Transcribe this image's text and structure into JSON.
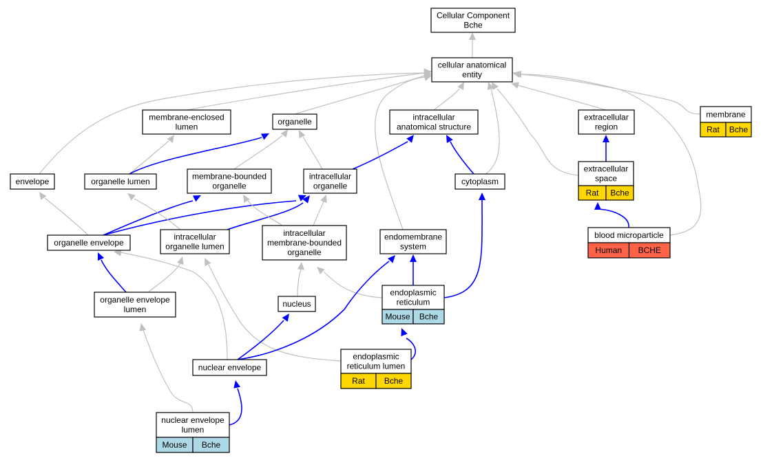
{
  "colors": {
    "rat": "#ffd700",
    "mouse": "#add8e6",
    "human": "#ff6347",
    "edge_is_a": "#c0c0c0",
    "edge_part_of": "#0000ff"
  },
  "nodes": {
    "root": {
      "lines": [
        "Cellular Component",
        "Bche"
      ]
    },
    "cae": {
      "lines": [
        "cellular anatomical",
        "entity"
      ]
    },
    "mel": {
      "lines": [
        "membrane-enclosed",
        "lumen"
      ]
    },
    "organelle": {
      "lines": [
        "organelle"
      ]
    },
    "ias": {
      "lines": [
        "intracellular",
        "anatomical structure"
      ]
    },
    "ecr": {
      "lines": [
        "extracellular",
        "region"
      ]
    },
    "membrane": {
      "lines": [
        "membrane"
      ],
      "cells": [
        {
          "label": "Rat",
          "color_key": "rat"
        },
        {
          "label": "Bche",
          "color_key": "rat"
        }
      ]
    },
    "envelope": {
      "lines": [
        "envelope"
      ]
    },
    "orglumen": {
      "lines": [
        "organelle lumen"
      ]
    },
    "mbo": {
      "lines": [
        "membrane-bounded",
        "organelle"
      ]
    },
    "io": {
      "lines": [
        "intracellular",
        "organelle"
      ]
    },
    "cytoplasm": {
      "lines": [
        "cytoplasm"
      ]
    },
    "ecs": {
      "lines": [
        "extracellular",
        "space"
      ],
      "cells": [
        {
          "label": "Rat",
          "color_key": "rat"
        },
        {
          "label": "Bche",
          "color_key": "rat"
        }
      ]
    },
    "orgenv": {
      "lines": [
        "organelle envelope"
      ]
    },
    "iol": {
      "lines": [
        "intracellular",
        "organelle lumen"
      ]
    },
    "imbo": {
      "lines": [
        "intracellular",
        "membrane-bounded",
        "organelle"
      ]
    },
    "endo": {
      "lines": [
        "endomembrane",
        "system"
      ]
    },
    "bmp": {
      "lines": [
        "blood microparticle"
      ],
      "cells": [
        {
          "label": "Human",
          "color_key": "human"
        },
        {
          "label": "BCHE",
          "color_key": "human"
        }
      ]
    },
    "oel": {
      "lines": [
        "organelle envelope",
        "lumen"
      ]
    },
    "nucleus": {
      "lines": [
        "nucleus"
      ]
    },
    "er": {
      "lines": [
        "endoplasmic",
        "reticulum"
      ],
      "cells": [
        {
          "label": "Mouse",
          "color_key": "mouse"
        },
        {
          "label": "Bche",
          "color_key": "mouse"
        }
      ]
    },
    "erl": {
      "lines": [
        "endoplasmic",
        "reticulum lumen"
      ],
      "cells": [
        {
          "label": "Rat",
          "color_key": "rat"
        },
        {
          "label": "Bche",
          "color_key": "rat"
        }
      ]
    },
    "nenv": {
      "lines": [
        "nuclear envelope"
      ]
    },
    "nel": {
      "lines": [
        "nuclear envelope",
        "lumen"
      ],
      "cells": [
        {
          "label": "Mouse",
          "color_key": "mouse"
        },
        {
          "label": "Bche",
          "color_key": "mouse"
        }
      ]
    }
  }
}
